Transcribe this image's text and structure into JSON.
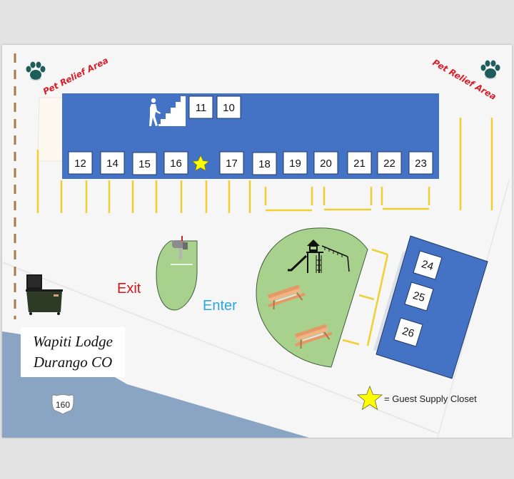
{
  "map": {
    "title_line1": "Wapiti Lodge",
    "title_line2": "Durango CO",
    "highway_number": "160",
    "pet_relief_left": "Pet Relief Area",
    "pet_relief_right": "Pet Relief Area",
    "exit_label": "Exit",
    "enter_label": "Enter",
    "legend": {
      "symbol": "star-icon",
      "text": "= Guest Supply Closet"
    },
    "main_building": {
      "upper_units": [
        "11",
        "10"
      ],
      "lower_units": [
        "12",
        "14",
        "15",
        "16",
        "17",
        "18",
        "19",
        "20",
        "21",
        "22",
        "23"
      ],
      "stairs": "stairs-icon",
      "supply_closet": "star-icon"
    },
    "side_building": {
      "units": [
        "24",
        "25",
        "26"
      ]
    },
    "amenities": [
      "dumpster-icon",
      "mailbox-icon",
      "playground-icon",
      "picnic-table-icon",
      "paw-print-icon"
    ],
    "colors": {
      "building": "#4472c4",
      "grass": "#a9d18e",
      "parking_line": "#f0d030",
      "highway": "#8aa4c4",
      "exit": "#d9141b",
      "enter": "#2aa6e0",
      "paw": "#1e5e5a",
      "pet_text": "#d81e2a",
      "star": "#ffff00",
      "fence": "#a87b45"
    }
  }
}
